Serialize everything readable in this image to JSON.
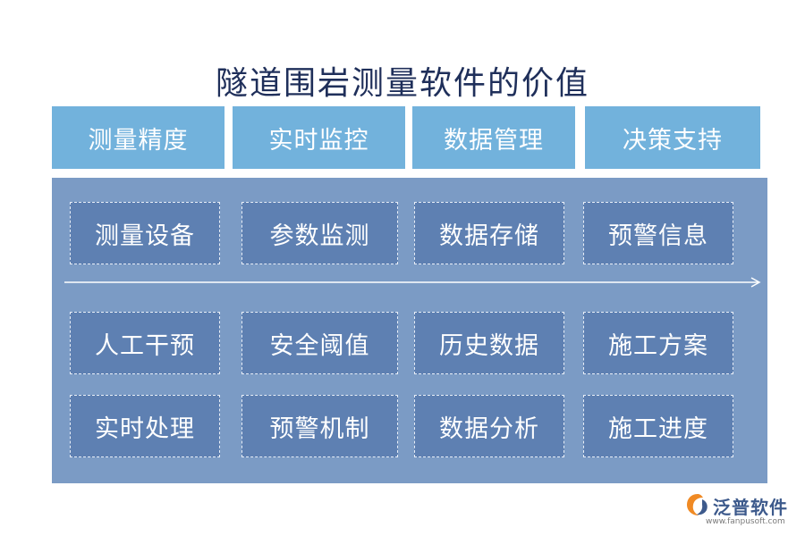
{
  "title": "隧道围岩测量软件的价值",
  "categories": [
    "测量精度",
    "实时监控",
    "数据管理",
    "决策支持"
  ],
  "rows": [
    [
      "测量设备",
      "参数监测",
      "数据存储",
      "预警信息"
    ],
    [
      "人工干预",
      "安全阈值",
      "历史数据",
      "施工方案"
    ],
    [
      "实时处理",
      "预警机制",
      "数据分析",
      "施工进度"
    ]
  ],
  "brand": {
    "name": "泛普软件",
    "url": "www.fanpusoft.com"
  },
  "colors": {
    "title": "#1f2f5a",
    "top_box": "#72b2dc",
    "panel": "#7b9bc5",
    "cell": "#5e80b2"
  }
}
